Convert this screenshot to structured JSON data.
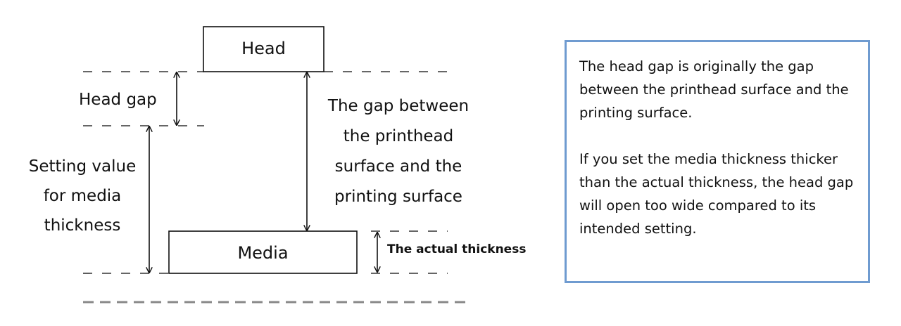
{
  "labels": {
    "head": "Head",
    "media": "Media",
    "head_gap": "Head gap",
    "setting_value": [
      "Setting value",
      "for media",
      "thickness"
    ],
    "gap_between": [
      "The gap between",
      "the printhead",
      "surface and the",
      "printing surface"
    ],
    "actual_thickness": "The actual thickness"
  },
  "note": {
    "paragraph1": "The head gap is originally the gap between the printhead surface and the printing surface.",
    "paragraph2": "If you set the media thickness thicker than the actual thickness, the head gap will open too wide compared to its intended setting."
  },
  "colors": {
    "lines": "#111111",
    "dashes": "#333333",
    "bottom_dashes": "#888888",
    "note_border": "#6f9bd0"
  }
}
